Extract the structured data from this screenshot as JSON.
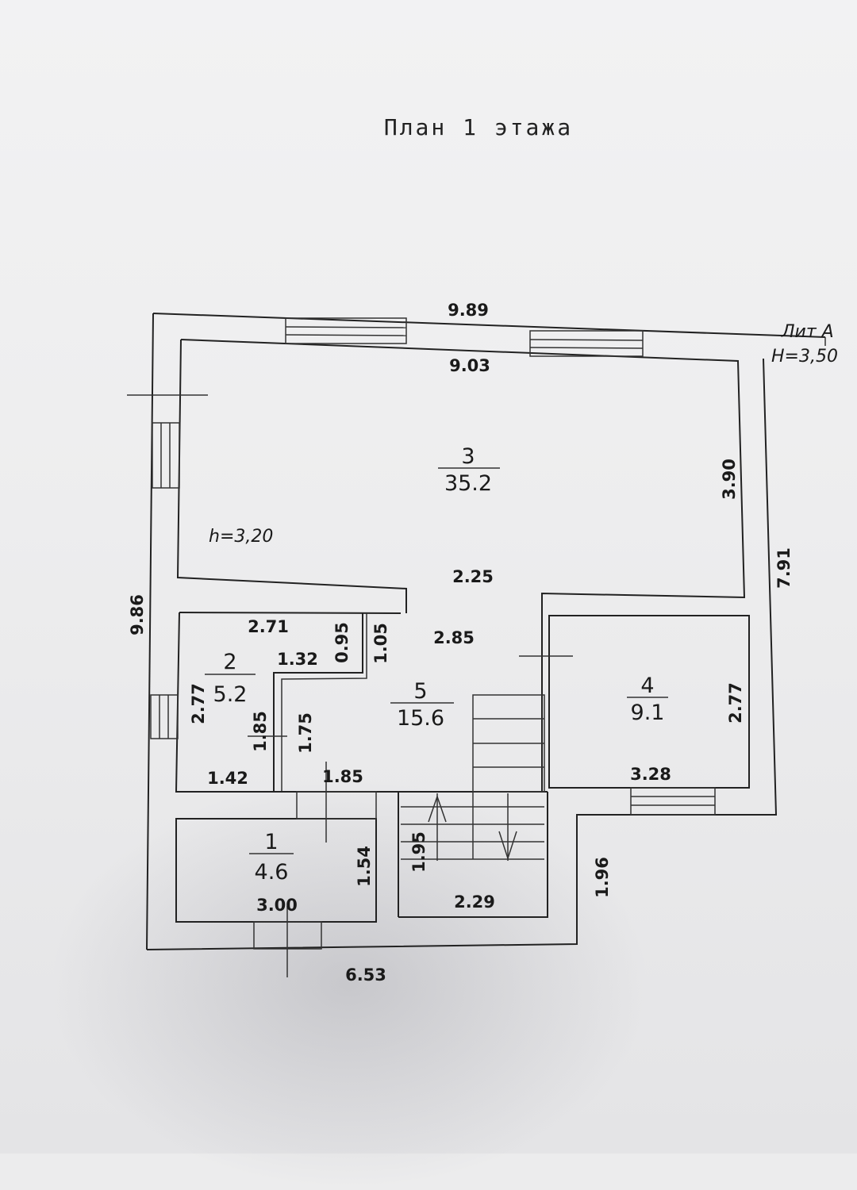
{
  "title": "План 1 этажа",
  "lit": {
    "label": "Лит А",
    "height": "H=3,50"
  },
  "ceiling_height": "h=3,20",
  "rooms": [
    {
      "number": "3",
      "area": "35.2"
    },
    {
      "number": "2",
      "area": "5.2"
    },
    {
      "number": "5",
      "area": "15.6"
    },
    {
      "number": "4",
      "area": "9.1"
    },
    {
      "number": "1",
      "area": "4.6"
    }
  ],
  "dimensions": {
    "outer_top": "9.89",
    "inner_top": "9.03",
    "room3_right": "3.90",
    "outer_right": "7.91",
    "outer_left": "9.86",
    "room3_bottom": "2.25",
    "room2_top": "2.71",
    "room2_left": "2.77",
    "room2_step": "1.32",
    "room2_inner": "1.85",
    "room2_bottom": "1.42",
    "niche_w": "0.95",
    "niche_h": "1.05",
    "hall_top": "2.85",
    "hall_left": "1.75",
    "hall_bottom": "1.85",
    "room4_right": "2.77",
    "room4_bottom": "3.28",
    "room1_right": "1.54",
    "room1_bottom": "3.00",
    "stair_height": "1.95",
    "stair_width": "2.29",
    "outer_right_low": "1.96",
    "outer_bottom": "6.53"
  }
}
